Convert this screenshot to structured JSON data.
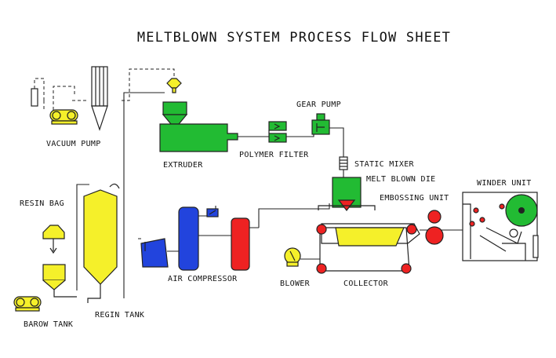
{
  "title": "MELTBLOWN SYSTEM PROCESS FLOW SHEET",
  "labels": {
    "vacuum_pump": "VACUUM PUMP",
    "extruder": "EXTRUDER",
    "polymer_filter": "POLYMER FILTER",
    "gear_pump": "GEAR PUMP",
    "static_mixer": "STATIC MIXER",
    "melt_blown_die": "MELT BLOWN DIE",
    "embossing_unit": "EMBOSSING UNIT",
    "winder_unit": "WINDER UNIT",
    "resin_bag": "RESIN BAG",
    "air_compressor": "AIR COMPRESSOR",
    "blower": "BLOWER",
    "collector": "COLLECTOR",
    "barow_tank": "BAROW TANK",
    "resin_tank": "REGIN TANK"
  },
  "colors": {
    "extruder": "#22bb33",
    "yellow": "#f5f02a",
    "blue": "#2244dd",
    "red": "#ee2222",
    "line": "#222222",
    "title": "#111111"
  },
  "icons": {
    "vacuum_pump": "vacuum-pump-icon",
    "blower": "blower-icon",
    "filter": "polymer-filter-icon"
  }
}
